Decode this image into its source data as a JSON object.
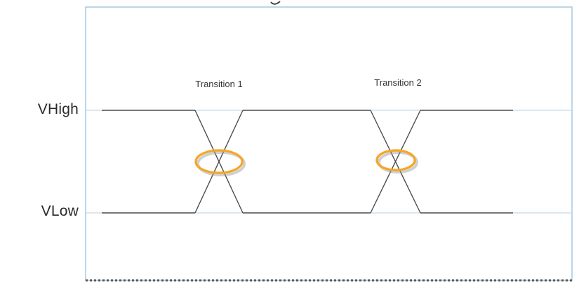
{
  "diagram": {
    "levels": {
      "high_label": "VHigh",
      "low_label": "VLow"
    },
    "transitions": [
      {
        "label": "Transition 1"
      },
      {
        "label": "Transition 2"
      }
    ],
    "colors": {
      "signal": "#4d4d4d",
      "guide": "#c5daea",
      "frame": "#9fc5dd",
      "highlight": "#f5a623",
      "highlight_shadow": "rgba(150,150,150,0.45)",
      "bottom_border": "#5a5a5a",
      "text": "#2b2b2b"
    }
  }
}
